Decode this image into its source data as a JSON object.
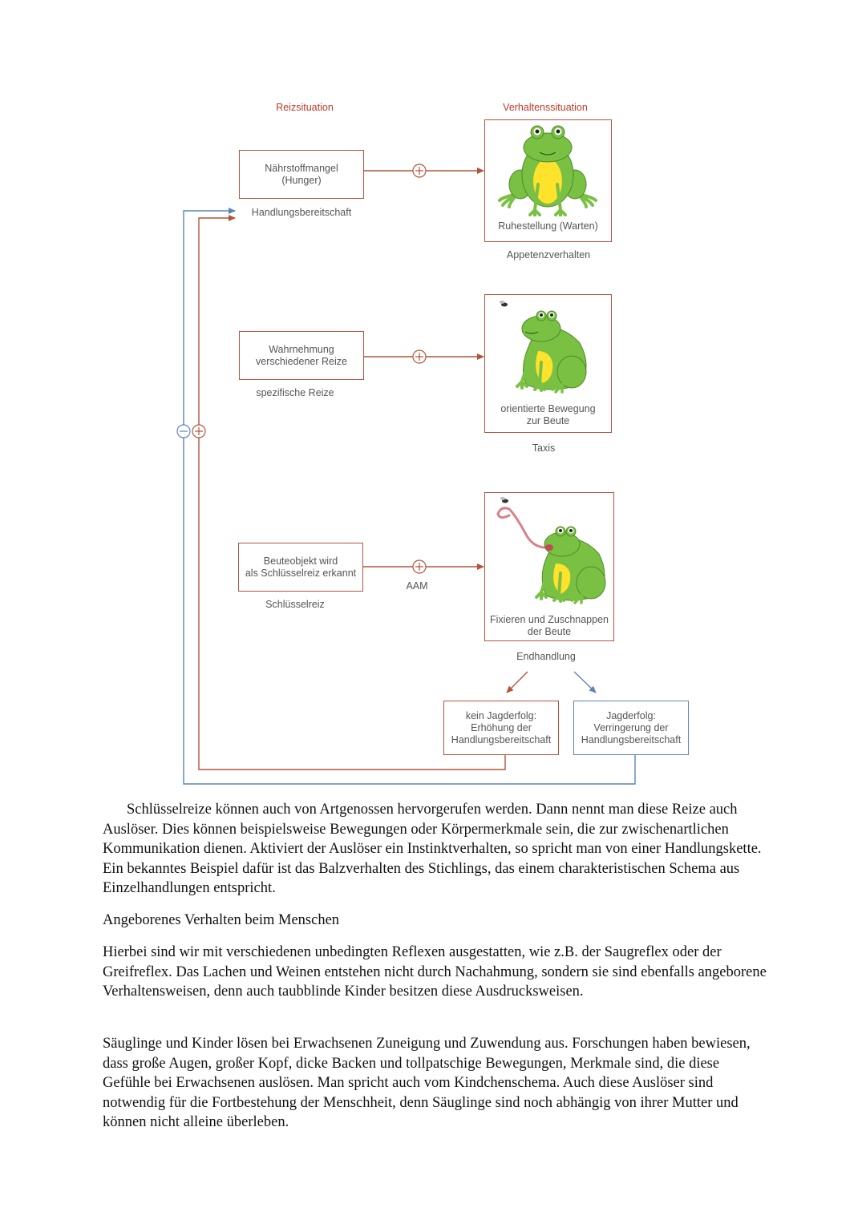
{
  "diagram": {
    "header_left": "Reizsituation",
    "header_right": "Verhaltenssituation",
    "row1": {
      "box": "Nährstoffmangel\n(Hunger)",
      "sublabel": "Handlungsbereitschaft",
      "frame_caption": "Ruhestellung (Warten)",
      "below_frame": "Appetenzverhalten"
    },
    "row2": {
      "box": "Wahrnehmung\nverschiedener Reize",
      "sublabel": "spezifische Reize",
      "frame_caption": "orientierte Bewegung\nzur Beute",
      "below_frame": "Taxis"
    },
    "row3": {
      "box": "Beuteobjekt wird\nals Schlüsselreiz erkannt",
      "sublabel": "Schlüsselreiz",
      "arrow_label": "AAM",
      "frame_caption": "Fixieren und Zuschnappen\nder Beute",
      "below_frame": "Endhandlung"
    },
    "outcome_left": "kein Jagderfolg:\nErhöhung der\nHandlungsbereitschaft",
    "outcome_right": "Jagderfolg:\nVerringerung der\nHandlungsbereitschaft",
    "colors": {
      "red": "#b5533c",
      "blue": "#5b84b8",
      "frog_green": "#7ac143",
      "frog_belly": "#ffe22b"
    }
  },
  "text": {
    "p1": "Schlüsselreize können auch von Artgenossen hervorgerufen werden. Dann nennt man diese Reize auch Auslöser. Dies können beispielsweise Bewegungen oder Körpermerkmale sein, die zur zwischenartlichen Kommunikation dienen. Aktiviert der Auslöser ein Instinktverhalten, so spricht man von einer Handlungskette. Ein bekanntes Beispiel dafür ist das Balzverhalten des Stichlings, das einem charakteristischen Schema aus Einzelhandlungen entspricht.",
    "heading": "Angeborenes Verhalten beim Menschen",
    "p2": "Hierbei sind wir mit verschiedenen unbedingten Reflexen ausgestatten, wie z.B. der Saugreflex oder der Greifreflex. Das Lachen und Weinen entstehen nicht durch Nachahmung, sondern sie sind ebenfalls angeborene Verhaltensweisen, denn auch taubblinde Kinder besitzen diese Ausdrucksweisen.",
    "p3": "Säuglinge und Kinder lösen bei Erwachsenen Zuneigung und Zuwendung aus. Forschungen haben bewiesen, dass große Augen, großer Kopf, dicke Backen und tollpatschige Bewegungen, Merkmale sind, die diese Gefühle bei Erwachsenen auslösen. Man spricht auch vom Kindchenschema. Auch diese Auslöser sind notwendig für die Fortbestehung der Menschheit, denn Säuglinge sind noch abhängig von ihrer Mutter und können nicht alleine überleben."
  }
}
